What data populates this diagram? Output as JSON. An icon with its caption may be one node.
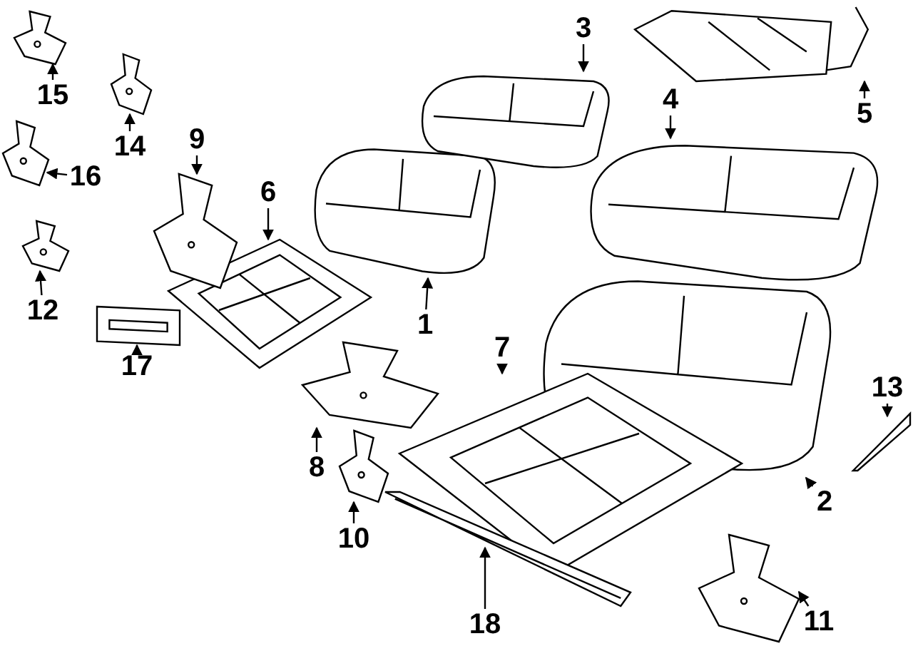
{
  "diagram": {
    "nodes": [
      {
        "text": [
          "1"
        ]
      },
      {
        "text": [
          "2"
        ]
      },
      {
        "text": [
          "3"
        ]
      },
      {
        "text": [
          "4"
        ]
      },
      {
        "text": [
          "5"
        ]
      },
      {
        "text": [
          "6"
        ]
      },
      {
        "text": [
          "7"
        ]
      },
      {
        "text": [
          "8"
        ]
      },
      {
        "text": [
          "9"
        ]
      },
      {
        "text": [
          "10"
        ]
      },
      {
        "text": [
          "11"
        ]
      },
      {
        "text": [
          "12"
        ]
      },
      {
        "text": [
          "13"
        ]
      },
      {
        "text": [
          "14"
        ]
      },
      {
        "text": [
          "15"
        ]
      },
      {
        "text": [
          "16"
        ]
      },
      {
        "text": [
          "17"
        ]
      },
      {
        "text": [
          "18"
        ]
      },
      {
        "text": [],
        "shape": "picture"
      },
      {
        "text": [],
        "shape": "picture"
      },
      {
        "text": [],
        "shape": "picture"
      },
      {
        "text": [],
        "shape": "picture"
      },
      {
        "text": [],
        "shape": "picture"
      },
      {
        "text": [],
        "shape": "picture"
      },
      {
        "text": [],
        "shape": "picture"
      },
      {
        "text": [],
        "shape": "picture"
      },
      {
        "text": [],
        "shape": "picture"
      },
      {
        "text": [],
        "shape": "picture"
      },
      {
        "text": [],
        "shape": "picture"
      },
      {
        "text": [],
        "shape": "picture"
      },
      {
        "text": [],
        "shape": "picture"
      },
      {
        "text": [],
        "shape": "picture"
      },
      {
        "text": [],
        "shape": "picture"
      },
      {
        "text": [],
        "shape": "picture"
      },
      {
        "text": [],
        "shape": "picture"
      },
      {
        "text": [],
        "shape": "picture"
      }
    ],
    "edges": [
      {
        "from": 0,
        "to": 18,
        "arrow": "to"
      },
      {
        "from": 1,
        "to": 19,
        "arrow": "to"
      },
      {
        "from": 2,
        "to": 20,
        "arrow": "to"
      },
      {
        "from": 3,
        "to": 21,
        "arrow": "to"
      },
      {
        "from": 4,
        "to": 22,
        "arrow": "to"
      },
      {
        "from": 5,
        "to": 23,
        "arrow": "to"
      },
      {
        "from": 6,
        "to": 24,
        "arrow": "to"
      },
      {
        "from": 7,
        "to": 25,
        "arrow": "to"
      },
      {
        "from": 8,
        "to": 26,
        "arrow": "to"
      },
      {
        "from": 9,
        "to": 27,
        "arrow": "to"
      },
      {
        "from": 10,
        "to": 28,
        "arrow": "to"
      },
      {
        "from": 11,
        "to": 29,
        "arrow": "to"
      },
      {
        "from": 12,
        "to": 30,
        "arrow": "to"
      },
      {
        "from": 13,
        "to": 31,
        "arrow": "to"
      },
      {
        "from": 14,
        "to": 32,
        "arrow": "to"
      },
      {
        "from": 15,
        "to": 33,
        "arrow": "to"
      },
      {
        "from": 16,
        "to": 34,
        "arrow": "to"
      },
      {
        "from": 17,
        "to": 35,
        "arrow": "to"
      }
    ]
  }
}
